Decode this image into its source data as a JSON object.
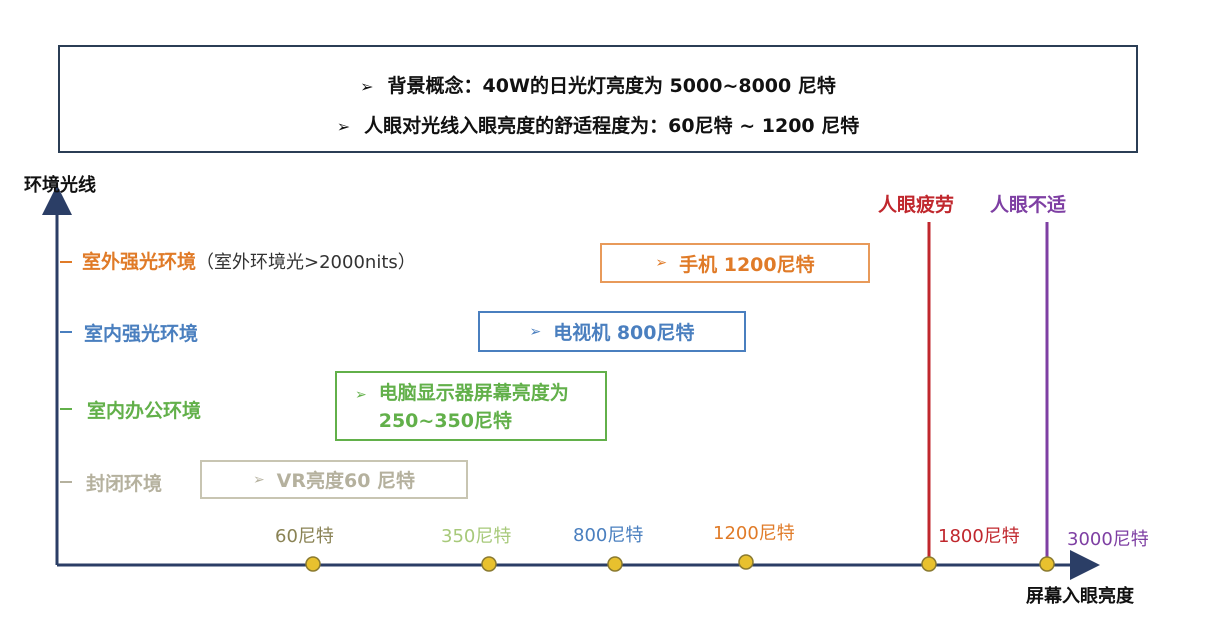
{
  "header": {
    "line1": "背景概念：40W的日光灯亮度为 5000~8000 尼特",
    "line2": "人眼对光线入眼亮度的舒适程度为：60尼特 ~  1200 尼特",
    "bullet": "➢"
  },
  "axes": {
    "y_title": "环境光线",
    "x_title": "屏幕入眼亮度"
  },
  "environments": [
    {
      "label": "室外强光环境",
      "note": "（室外环境光>2000nits）",
      "color": "#e07b28"
    },
    {
      "label": "室内强光环境",
      "note": "",
      "color": "#4a7fbf"
    },
    {
      "label": "室内办公环境",
      "note": "",
      "color": "#62b04a"
    },
    {
      "label": "封闭环境",
      "note": "",
      "color": "#b5b19e"
    }
  ],
  "devices": [
    {
      "label": "手机 1200尼特",
      "color": "#e89a5a",
      "text_color": "#e07b28"
    },
    {
      "label": "电视机 800尼特",
      "color": "#4a7fbf",
      "text_color": "#4a7fbf"
    },
    {
      "label": "电脑显示器屏幕亮度为250~350尼特",
      "color": "#62b04a",
      "text_color": "#62b04a"
    },
    {
      "label": "VR亮度60 尼特",
      "color": "#c8c5b2",
      "text_color": "#b5b19e"
    }
  ],
  "ticks": [
    {
      "label": "60尼特",
      "color": "#8a8355"
    },
    {
      "label": "350尼特",
      "color": "#a7c97a"
    },
    {
      "label": "800尼特",
      "color": "#4a7fbf"
    },
    {
      "label": "1200尼特",
      "color": "#e07b28"
    },
    {
      "label": "1800尼特",
      "color": "#c0272d"
    },
    {
      "label": "3000尼特",
      "color": "#7e3fa3"
    }
  ],
  "thresholds": [
    {
      "label": "人眼疲劳",
      "color": "#c0272d"
    },
    {
      "label": "人眼不适",
      "color": "#7e3fa3"
    }
  ],
  "colors": {
    "axis": "#2b3e66",
    "marker": "#e8c12e",
    "marker_border": "#8a7a30"
  }
}
